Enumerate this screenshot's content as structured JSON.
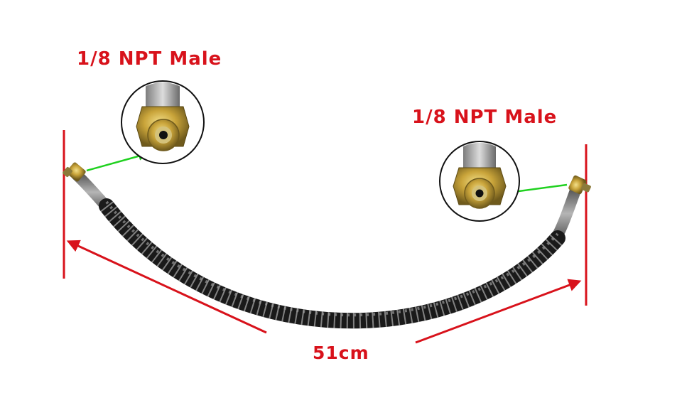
{
  "labels": {
    "left_fitting": "1/8 NPT Male",
    "right_fitting": "1/8 NPT Male",
    "length": "51cm"
  },
  "colors": {
    "annotation_red": "#d8121b",
    "pointer_green": "#1fd11f",
    "hose_black": "#1a1a1a",
    "steel_gray": "#8a8a8a",
    "brass_gold": "#c9a43a"
  },
  "icons": {
    "fitting_detail": "npt-male-fitting-closeup"
  }
}
